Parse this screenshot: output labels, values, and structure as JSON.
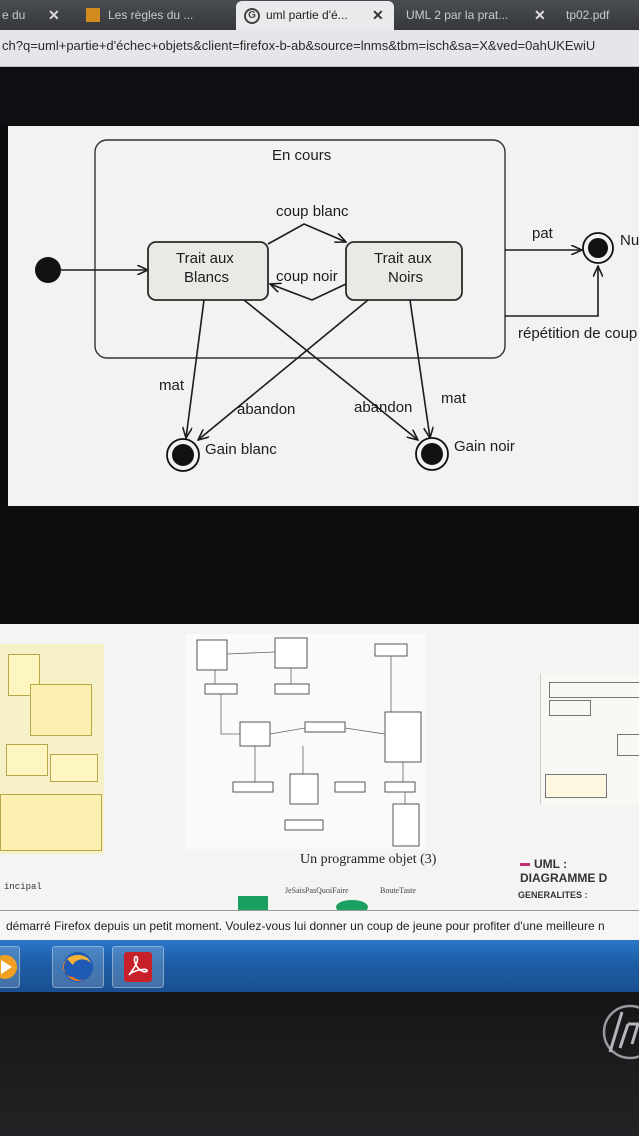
{
  "browser": {
    "tabs": [
      {
        "label": "e du",
        "active": false
      },
      {
        "label": "Les règles du ...",
        "active": false
      },
      {
        "label": "uml partie d'é...",
        "active": true
      },
      {
        "label": "UML 2 par la prat...",
        "active": false
      },
      {
        "label": "tp02.pdf",
        "active": false
      }
    ],
    "close_glyph": "✕",
    "google_glyph": "G",
    "url": "ch?q=uml+partie+d'échec+objets&client=firefox-b-ab&source=lnms&tbm=isch&sa=X&ved=0ahUKEwiU"
  },
  "diagram": {
    "composite_state": "En cours",
    "states": [
      "Trait aux\nBlancs",
      "Trait aux\nNoirs"
    ],
    "state_white_lines": [
      "Trait aux",
      "Blancs"
    ],
    "state_black_lines": [
      "Trait aux",
      "Noirs"
    ],
    "transitions": {
      "white_to_black": "coup blanc",
      "black_to_white": "coup noir",
      "pat": "pat",
      "repetition": "répétition de coup",
      "mat_left": "mat",
      "mat_right": "mat",
      "abandon_left": "abandon",
      "abandon_right": "abandon"
    },
    "final_states": {
      "null_label": "Nu",
      "white_win": "Gain blanc",
      "black_win": "Gain noir"
    }
  },
  "thumbnails": {
    "caption_center": "Un programme objet (3)",
    "caption_right": "UML : DIAGRAMME D",
    "text_principal": "incipal",
    "text_small_1": "JeSaisPasQuoiFaire",
    "text_small_2": "BouteTaste",
    "text_generalites": "GENERALITES :",
    "accent_color": "#c03070"
  },
  "notification": {
    "text": "démarré Firefox depuis un petit moment. Voulez-vous lui donner un coup de jeune pour profiter d'une meilleure n"
  },
  "taskbar": {
    "apps": [
      "media-player",
      "firefox",
      "acrobat-reader"
    ],
    "color": "#1d5fa8"
  }
}
